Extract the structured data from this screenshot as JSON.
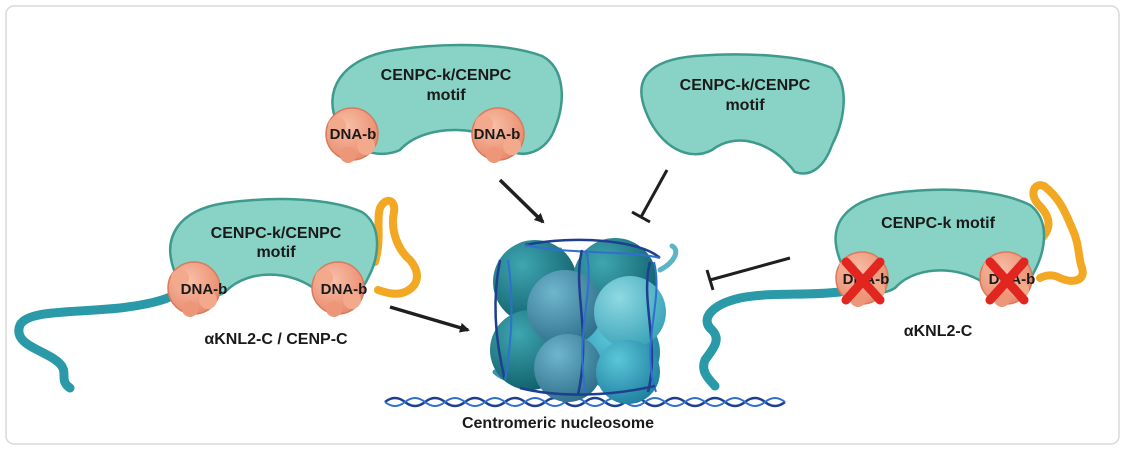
{
  "diagram": {
    "proteins": [
      {
        "id": "top-left",
        "motif": [
          "CENPC-k/CENPC",
          "motif"
        ],
        "domains": [
          "DNA-b",
          "DNA-b"
        ],
        "effect": "promotes"
      },
      {
        "id": "top-right",
        "motif": [
          "CENPC-k/CENPC",
          "motif"
        ],
        "domains": [],
        "effect": "inhibits"
      },
      {
        "id": "left",
        "motif": [
          "CENPC-k/CENPC",
          "motif"
        ],
        "domains": [
          "DNA-b",
          "DNA-b"
        ],
        "caption": "αKNL2-C / CENP-C",
        "effect": "promotes"
      },
      {
        "id": "right",
        "motif": [
          "CENPC-k motif"
        ],
        "domains": [
          "DNA-b",
          "DNA-b"
        ],
        "caption": "αKNL2-C",
        "effect": "inhibits",
        "domains_disabled": true
      }
    ],
    "target_label": "Centromeric nucleosome"
  },
  "colors": {
    "protein_fill": "#88d3c6",
    "protein_stroke": "#3e9a8d",
    "domain_fill": "#f1a285",
    "tail_orange": "#f2a823",
    "tail_teal": "#2a9aa8",
    "dna_blue": "#1e3f8f",
    "cross_red": "#e0261f",
    "arrow": "#1f1f1f"
  }
}
